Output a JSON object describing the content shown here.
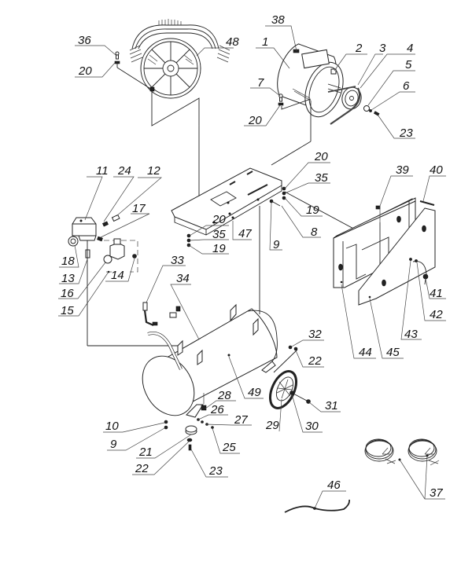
{
  "diagram": {
    "title": "",
    "description": "Exploded parts diagram of an air compressor",
    "components": {
      "pump": "compressor-pump-head",
      "motor": "electric-motor",
      "plate": "mounting-plate",
      "pressure_switch": "pressure-switch-assembly",
      "tank": "air-tank",
      "belt_guard": "belt-guard",
      "wheel": "wheel",
      "hoses": "hose-coils",
      "cable": "cable"
    }
  },
  "callouts": [
    {
      "id": "c36",
      "label": "36"
    },
    {
      "id": "c20a",
      "label": "20"
    },
    {
      "id": "c48",
      "label": "48"
    },
    {
      "id": "c38",
      "label": "38"
    },
    {
      "id": "c1",
      "label": "1"
    },
    {
      "id": "c2",
      "label": "2"
    },
    {
      "id": "c3",
      "label": "3"
    },
    {
      "id": "c4",
      "label": "4"
    },
    {
      "id": "c5",
      "label": "5"
    },
    {
      "id": "c6",
      "label": "6"
    },
    {
      "id": "c7",
      "label": "7"
    },
    {
      "id": "c20b",
      "label": "20"
    },
    {
      "id": "c23a",
      "label": "23"
    },
    {
      "id": "c11",
      "label": "11"
    },
    {
      "id": "c24",
      "label": "24"
    },
    {
      "id": "c12",
      "label": "12"
    },
    {
      "id": "c17",
      "label": "17"
    },
    {
      "id": "c18",
      "label": "18"
    },
    {
      "id": "c13",
      "label": "13"
    },
    {
      "id": "c16",
      "label": "16"
    },
    {
      "id": "c15",
      "label": "15"
    },
    {
      "id": "c14",
      "label": "14"
    },
    {
      "id": "c20c",
      "label": "20"
    },
    {
      "id": "c35a",
      "label": "35"
    },
    {
      "id": "c19a",
      "label": "19"
    },
    {
      "id": "c8",
      "label": "8"
    },
    {
      "id": "c9a",
      "label": "9"
    },
    {
      "id": "c47",
      "label": "47"
    },
    {
      "id": "c20d",
      "label": "20"
    },
    {
      "id": "c35b",
      "label": "35"
    },
    {
      "id": "c19b",
      "label": "19"
    },
    {
      "id": "c39",
      "label": "39"
    },
    {
      "id": "c40",
      "label": "40"
    },
    {
      "id": "c41",
      "label": "41"
    },
    {
      "id": "c42",
      "label": "42"
    },
    {
      "id": "c43",
      "label": "43"
    },
    {
      "id": "c44",
      "label": "44"
    },
    {
      "id": "c45",
      "label": "45"
    },
    {
      "id": "c33",
      "label": "33"
    },
    {
      "id": "c34",
      "label": "34"
    },
    {
      "id": "c32",
      "label": "32"
    },
    {
      "id": "c22a",
      "label": "22"
    },
    {
      "id": "c49",
      "label": "49"
    },
    {
      "id": "c28",
      "label": "28"
    },
    {
      "id": "c26",
      "label": "26"
    },
    {
      "id": "c27",
      "label": "27"
    },
    {
      "id": "c25",
      "label": "25"
    },
    {
      "id": "c31",
      "label": "31"
    },
    {
      "id": "c29",
      "label": "29"
    },
    {
      "id": "c30",
      "label": "30"
    },
    {
      "id": "c10",
      "label": "10"
    },
    {
      "id": "c9b",
      "label": "9"
    },
    {
      "id": "c21",
      "label": "21"
    },
    {
      "id": "c22b",
      "label": "22"
    },
    {
      "id": "c23b",
      "label": "23"
    },
    {
      "id": "c37",
      "label": "37"
    },
    {
      "id": "c46",
      "label": "46"
    }
  ]
}
